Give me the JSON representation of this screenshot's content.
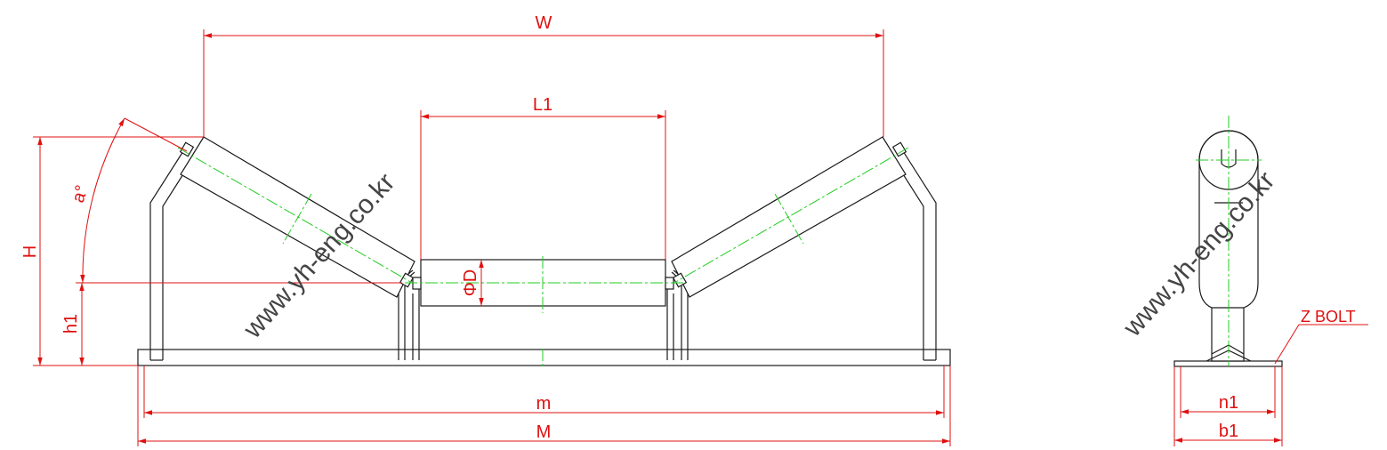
{
  "labels": {
    "width": "W",
    "center_length": "L1",
    "height": "H",
    "angle": "a°",
    "base_height": "h1",
    "diameter": "ΦD",
    "mount_span": "m",
    "frame_length": "M",
    "bolt": "Z BOLT",
    "bolt_spacing": "n1",
    "base_width": "b1"
  },
  "watermark": "www.yh-eng.co.kr",
  "colors": {
    "outline": "#1a1a1a",
    "dimension": "#e01010",
    "centerline": "#22cc22"
  }
}
